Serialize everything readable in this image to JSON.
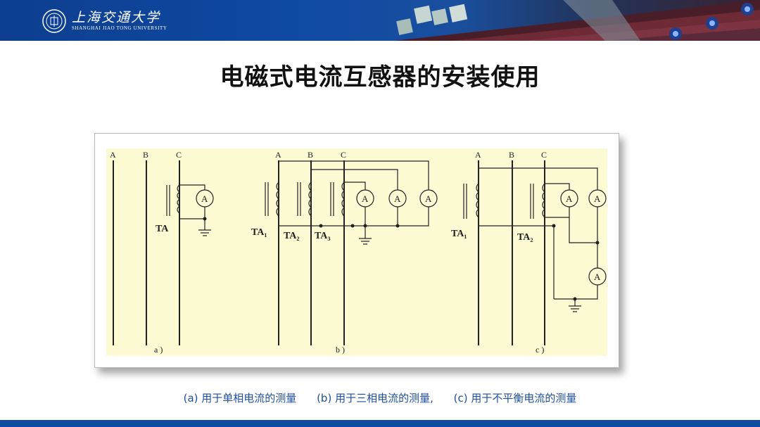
{
  "header": {
    "logo_cn": "上海交通大学",
    "logo_en": "SHANGHAI JIAO TONG UNIVERSITY",
    "brand_color": "#0e4aa0"
  },
  "title": "电磁式电流互感器的安装使用",
  "figure": {
    "a": {
      "phase_labels": [
        "A",
        "B",
        "C"
      ],
      "ct_label": "TA",
      "meter_label": "A",
      "sublabel": "a )"
    },
    "b": {
      "phase_labels": [
        "A",
        "B",
        "C"
      ],
      "ct_labels": [
        "TA₁",
        "TA₂",
        "TA₃"
      ],
      "meter_labels": [
        "A",
        "A",
        "A"
      ],
      "sublabel": "b )"
    },
    "c": {
      "phase_labels": [
        "A",
        "B",
        "C"
      ],
      "ct_labels": [
        "TA₁",
        "TA₂"
      ],
      "meter_labels": [
        "A",
        "A",
        "A"
      ],
      "sublabel": "c )"
    }
  },
  "captions": [
    "(a) 用于单相电流的测量",
    "(b) 用于三相电流的测量,",
    "(c) 用于不平衡电流的测量"
  ]
}
